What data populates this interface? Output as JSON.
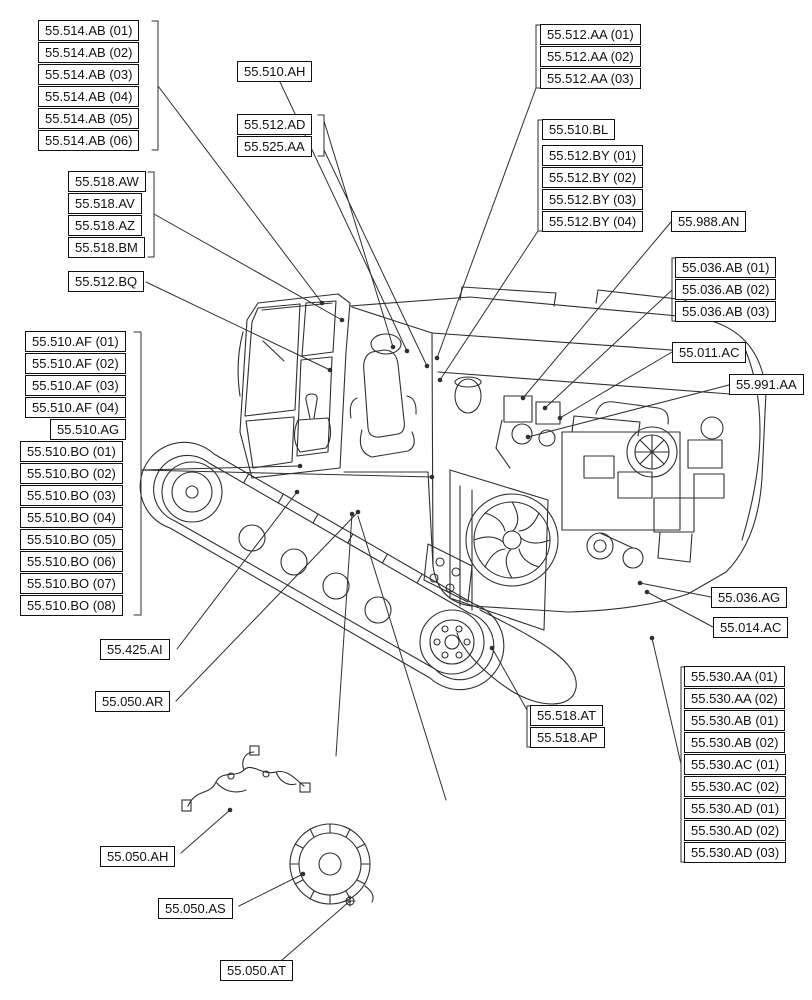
{
  "diagram": {
    "figure_name": "excavator-parts-diagram",
    "line_color": "#2f2f2f",
    "groups": {
      "ab514": [
        "55.514.AB (01)",
        "55.514.AB (02)",
        "55.514.AB (03)",
        "55.514.AB (04)",
        "55.514.AB (05)",
        "55.514.AB (06)"
      ],
      "g518": [
        "55.518.AW",
        "55.518.AV",
        "55.518.AZ",
        "55.518.BM"
      ],
      "bq512": "55.512.BQ",
      "g510": [
        "55.510.AF (01)",
        "55.510.AF (02)",
        "55.510.AF (03)",
        "55.510.AF (04)",
        "55.510.AG",
        "55.510.BO (01)",
        "55.510.BO (02)",
        "55.510.BO (03)",
        "55.510.BO (04)",
        "55.510.BO (05)",
        "55.510.BO (06)",
        "55.510.BO (07)",
        "55.510.BO (08)"
      ],
      "ai425": "55.425.AI",
      "ar050": "55.050.AR",
      "ah050": "55.050.AH",
      "as050": "55.050.AS",
      "at050": "55.050.AT",
      "ah510": "55.510.AH",
      "ad512": "55.512.AD",
      "aa525": "55.525.AA",
      "aa512": [
        "55.512.AA (01)",
        "55.512.AA (02)",
        "55.512.AA (03)"
      ],
      "bl510": "55.510.BL",
      "by512": [
        "55.512.BY (01)",
        "55.512.BY (02)",
        "55.512.BY (03)",
        "55.512.BY (04)"
      ],
      "an988": "55.988.AN",
      "ab036": [
        "55.036.AB (01)",
        "55.036.AB (02)",
        "55.036.AB (03)"
      ],
      "ac011": "55.011.AC",
      "aa991": "55.991.AA",
      "ag036": "55.036.AG",
      "ac014": "55.014.AC",
      "g530": [
        "55.530.AA (01)",
        "55.530.AA (02)",
        "55.530.AB (01)",
        "55.530.AB (02)",
        "55.530.AC (01)",
        "55.530.AC (02)",
        "55.530.AD (01)",
        "55.530.AD (02)",
        "55.530.AD (03)"
      ],
      "at518": "55.518.AT",
      "ap518": "55.518.AP"
    }
  }
}
